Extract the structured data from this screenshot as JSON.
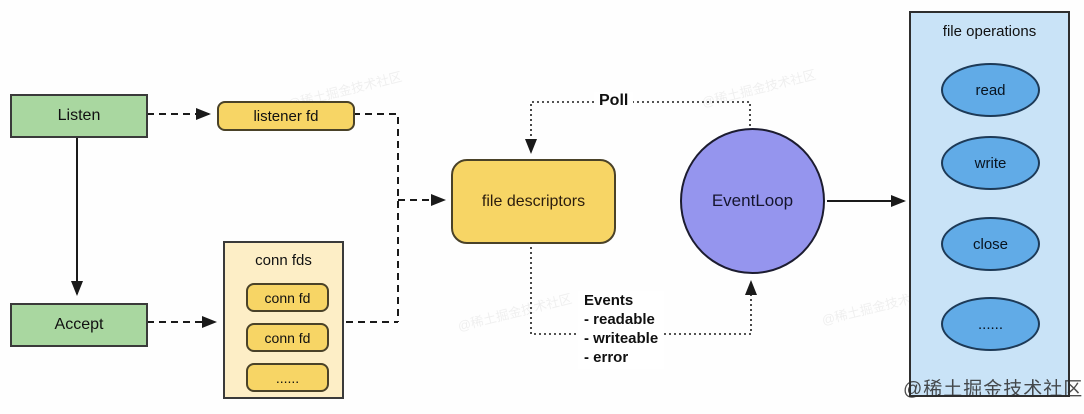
{
  "colors": {
    "green_box": "#a9d7a0",
    "yellow_box": "#f7d565",
    "cream_panel": "#fdeec6",
    "purple_circle": "#9595ee",
    "blue_panel": "#c9e3f7",
    "blue_ellipse": "#61abe7",
    "line": "#1a1a1a"
  },
  "nodes": {
    "listen": "Listen",
    "accept": "Accept",
    "listener_fd": "listener fd",
    "file_descriptors": "file descriptors",
    "event_loop": "EventLoop"
  },
  "conn_fds": {
    "title": "conn fds",
    "items": [
      "conn fd",
      "conn fd",
      "......"
    ]
  },
  "file_operations": {
    "title": "file operations",
    "items": [
      "read",
      "write",
      "close",
      "......"
    ]
  },
  "labels": {
    "poll": "Poll",
    "events_title": "Events",
    "events_items": [
      "- readable",
      "- writeable",
      "- error"
    ]
  },
  "watermark": "@稀土掘金技术社区"
}
